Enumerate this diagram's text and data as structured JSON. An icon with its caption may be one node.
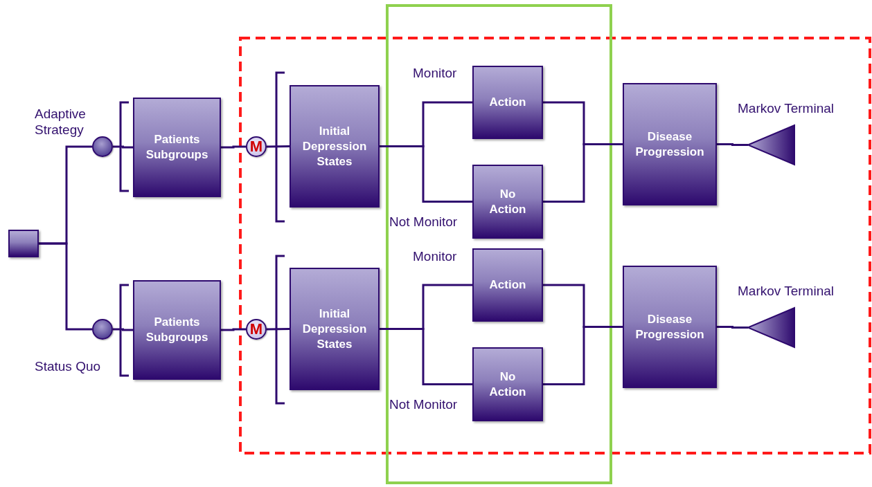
{
  "diagram": {
    "nodes": [
      {
        "text": [],
        "shape": "box"
      },
      {
        "text": [],
        "shape": "circle"
      },
      {
        "text": [
          "Patients Subgroups"
        ]
      },
      {
        "text": [
          "M"
        ]
      },
      {
        "text": [
          "Initial Depression States"
        ]
      },
      {
        "text": [
          "Action"
        ]
      },
      {
        "text": [
          "No Action"
        ]
      },
      {
        "text": [
          "Disease Progression"
        ]
      },
      {
        "text": [],
        "shape": "triangle",
        "beside": [
          "Markov Terminal"
        ]
      },
      {
        "text": [],
        "shape": "circle"
      },
      {
        "text": [
          "Patients Subgroups"
        ]
      },
      {
        "text": [
          "M"
        ]
      },
      {
        "text": [
          "Initial Depression States"
        ]
      },
      {
        "text": [
          "Action"
        ]
      },
      {
        "text": [
          "No Action"
        ]
      },
      {
        "text": [
          "Disease Progression"
        ]
      },
      {
        "text": [],
        "shape": "triangle",
        "beside": [
          "Markov Terminal"
        ]
      }
    ],
    "edges": [
      {
        "from": 0,
        "to": 1,
        "arrow": "none",
        "label": "Adaptive Strategy"
      },
      {
        "from": 0,
        "to": 9,
        "arrow": "none",
        "label": "Status Quo"
      },
      {
        "from": 1,
        "to": 2,
        "arrow": "none"
      },
      {
        "from": 2,
        "to": 3,
        "arrow": "none"
      },
      {
        "from": 3,
        "to": 4,
        "arrow": "none"
      },
      {
        "from": 4,
        "to": 5,
        "arrow": "none",
        "label": "Monitor"
      },
      {
        "from": 4,
        "to": 6,
        "arrow": "none",
        "label": "Not Monitor"
      },
      {
        "from": 5,
        "to": 7,
        "arrow": "none"
      },
      {
        "from": 6,
        "to": 7,
        "arrow": "none"
      },
      {
        "from": 7,
        "to": 8,
        "arrow": "none"
      },
      {
        "from": 9,
        "to": 10,
        "arrow": "none"
      },
      {
        "from": 10,
        "to": 11,
        "arrow": "none"
      },
      {
        "from": 11,
        "to": 12,
        "arrow": "none"
      },
      {
        "from": 12,
        "to": 13,
        "arrow": "none",
        "label": "Monitor"
      },
      {
        "from": 12,
        "to": 14,
        "arrow": "none",
        "label": "Not Monitor"
      },
      {
        "from": 13,
        "to": 15,
        "arrow": "none"
      },
      {
        "from": 14,
        "to": 15,
        "arrow": "none"
      },
      {
        "from": 15,
        "to": 16,
        "arrow": "none"
      }
    ]
  }
}
